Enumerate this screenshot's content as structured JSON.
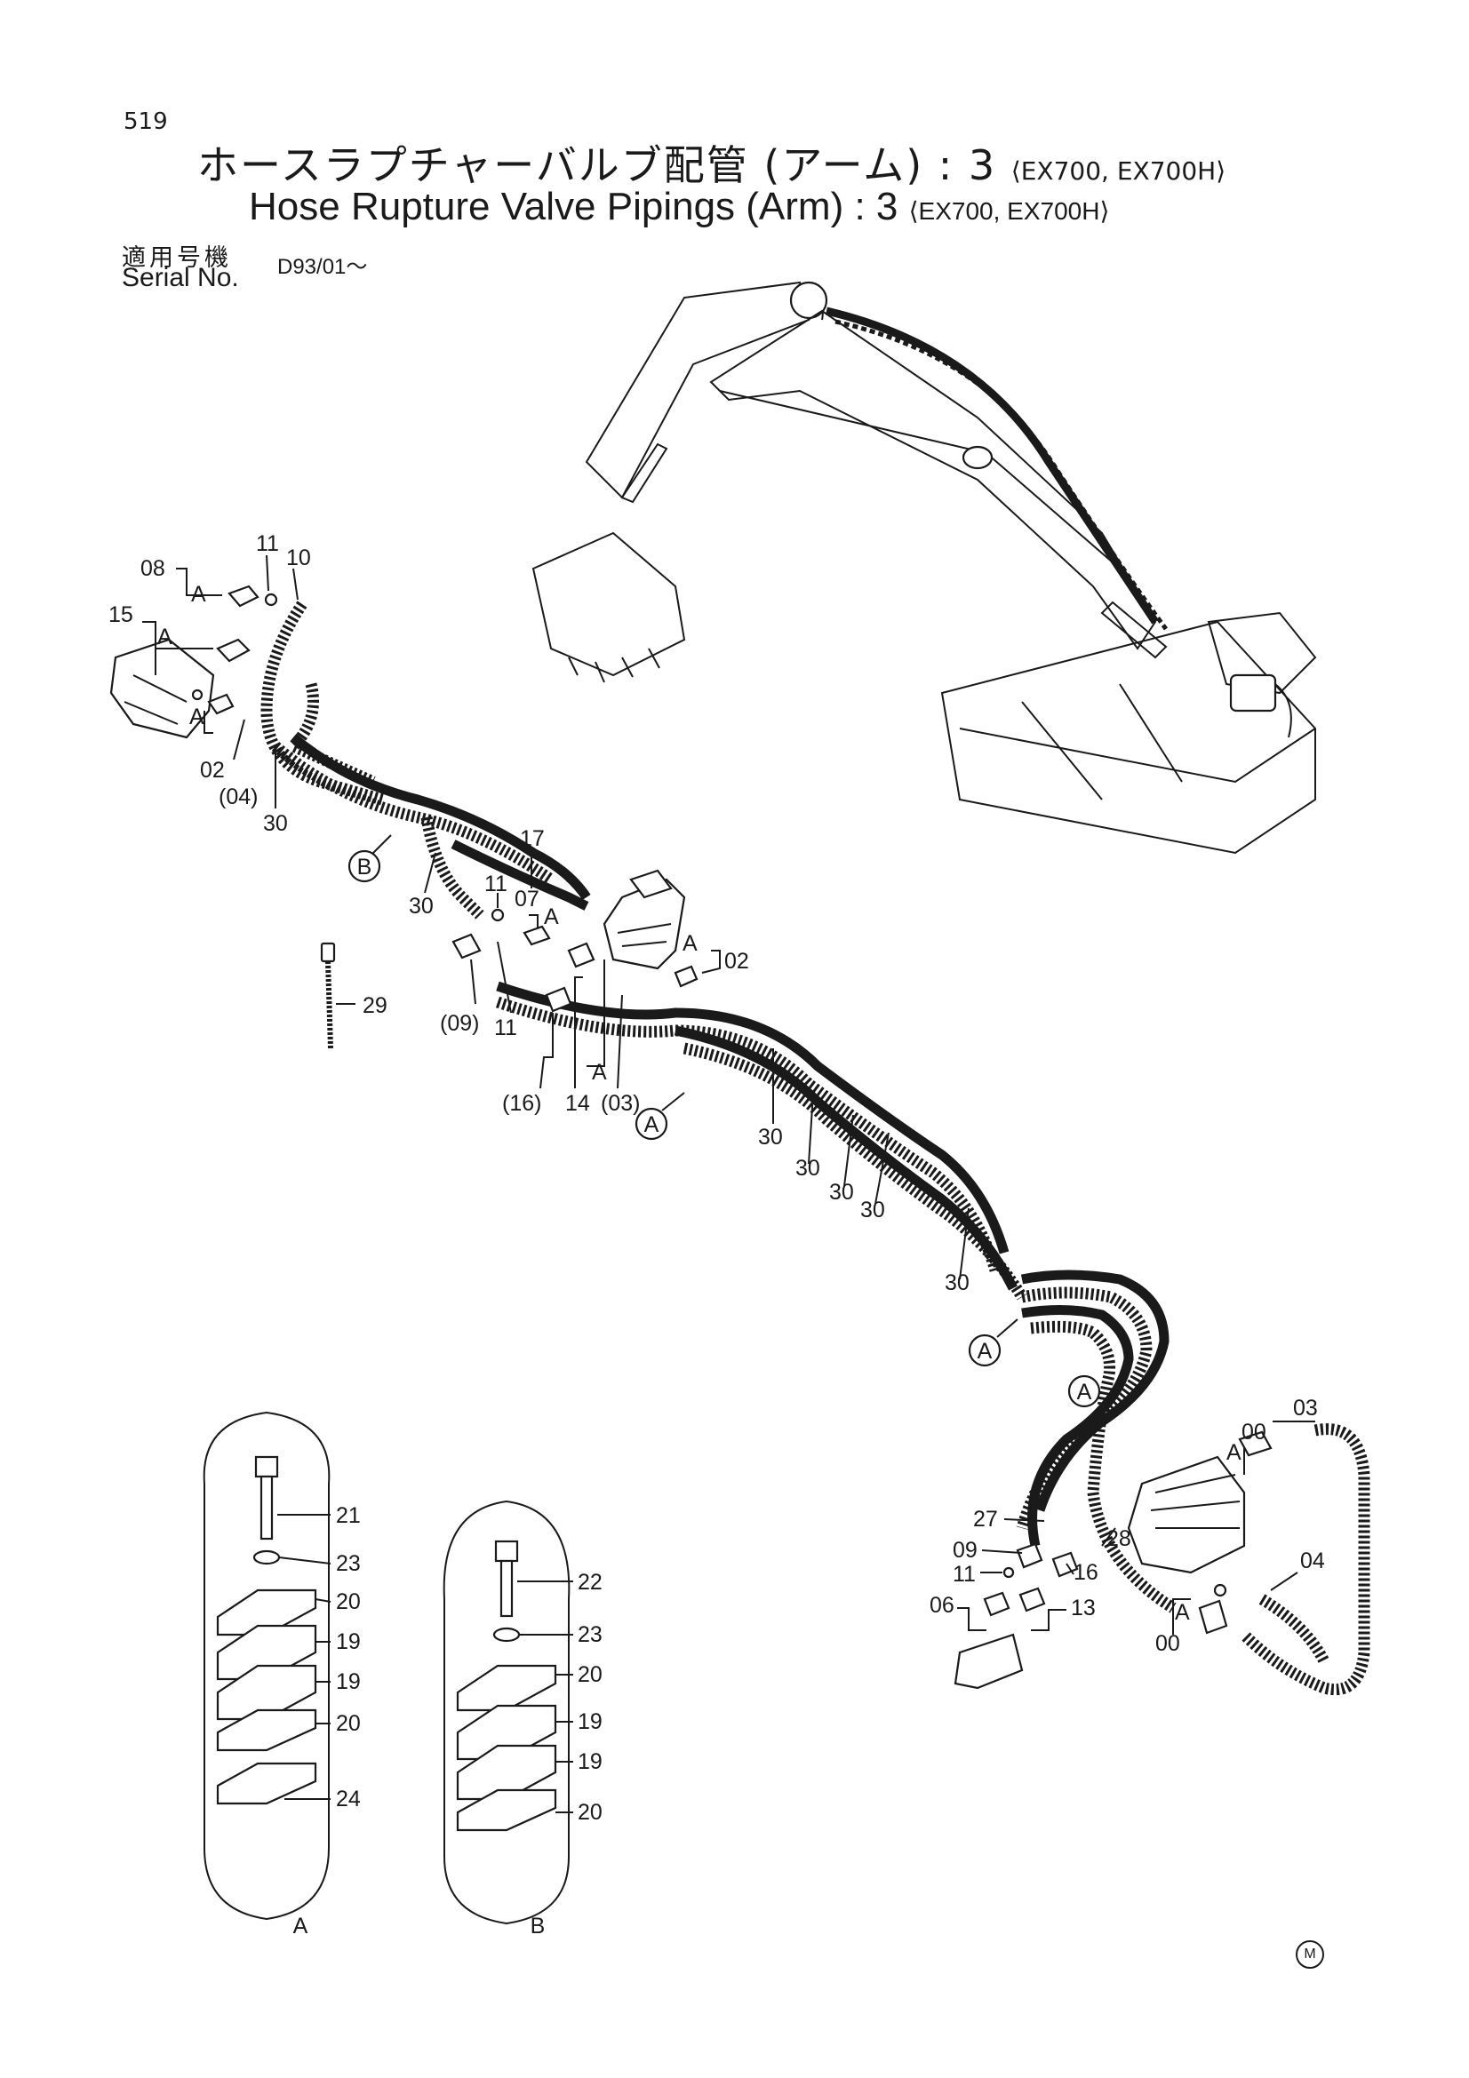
{
  "page_number": "519",
  "title": {
    "japanese": "ホースラプチャーバルブ配管 (アーム) : 3",
    "english": "Hose  Rupture  Valve  Pipings  (Arm) : 3",
    "models": "⟨EX700, EX700H⟩"
  },
  "serial": {
    "label_jp": "適用号機",
    "label_en": "Serial No.",
    "value": "D93/01～"
  },
  "detail_labels": {
    "a": "A",
    "b": "B"
  },
  "circled_labels": {
    "a": "A",
    "b": "B"
  },
  "logo_mark": "M",
  "callouts": {
    "c08": "08",
    "c11a": "11",
    "c10": "10",
    "c15": "15",
    "c02a": "02",
    "c04p": "(04)",
    "c30a": "30",
    "c17": "17",
    "c11b": "11",
    "c07": "07",
    "c30b": "30",
    "c02b": "02",
    "c09p": "(09)",
    "c11c": "11",
    "c29": "29",
    "c16p": "(16)",
    "c14": "14",
    "c03p": "(03)",
    "c30c": "30",
    "c30d": "30",
    "c30e": "30",
    "c30f": "30",
    "c30g": "30",
    "c03": "03",
    "c00a": "00",
    "c27": "27",
    "c09": "09",
    "c28": "28",
    "c11d": "11",
    "c16": "16",
    "c06": "06",
    "c13": "13",
    "c04": "04",
    "c00b": "00",
    "c21": "21",
    "c23a": "23",
    "c20a": "20",
    "c19a": "19",
    "c19b": "19",
    "c20b": "20",
    "c24": "24",
    "c22": "22",
    "c23b": "23",
    "c20c": "20",
    "c19c": "19",
    "c19d": "19",
    "c20d": "20",
    "sa1": "A",
    "sa2": "A",
    "sa3": "A",
    "sa4": "A",
    "sa5": "A",
    "sa6": "A",
    "sa7": "A",
    "sa8": "A"
  }
}
